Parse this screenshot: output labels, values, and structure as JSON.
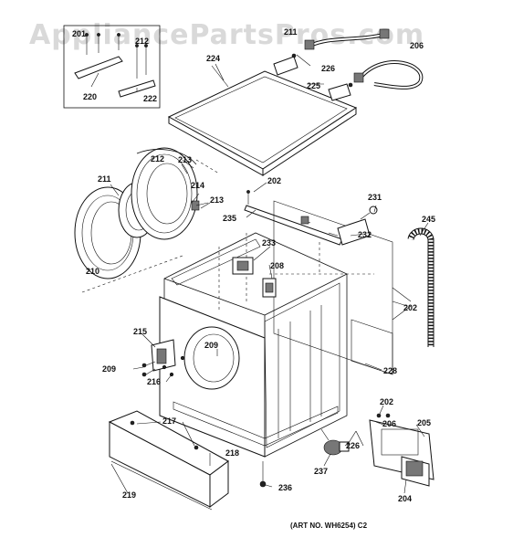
{
  "watermark": "AppliancePartsPros.com",
  "art_number": "(ART NO. WH6254) C2",
  "callouts": {
    "c201": "201",
    "c202a": "202",
    "c202b": "202",
    "c202c": "202",
    "c204": "204",
    "c205": "205",
    "c206a": "206",
    "c206b": "206",
    "c208": "208",
    "c209a": "209",
    "c209b": "209",
    "c210": "210",
    "c211a": "211",
    "c211b": "211",
    "c212a": "212",
    "c212b": "212",
    "c213a": "213",
    "c213b": "213",
    "c214": "214",
    "c215": "215",
    "c216": "216",
    "c217": "217",
    "c218": "218",
    "c219": "219",
    "c220": "220",
    "c222": "222",
    "c224": "224",
    "c225": "225",
    "c226a": "226",
    "c226b": "226",
    "c228": "228",
    "c231": "231",
    "c232": "232",
    "c233": "233",
    "c235": "235",
    "c236": "236",
    "c237": "237",
    "c245": "245"
  }
}
